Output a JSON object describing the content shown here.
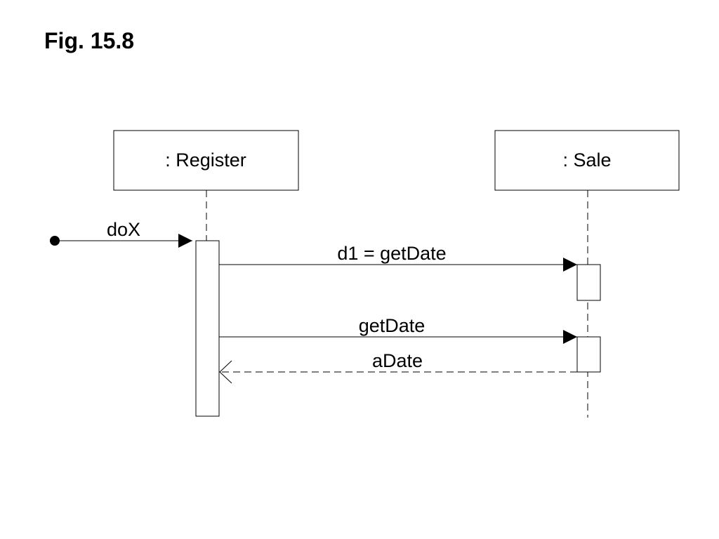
{
  "figure": {
    "title": "Fig. 15.8"
  },
  "lifelines": [
    {
      "label": ": Register"
    },
    {
      "label": ": Sale"
    }
  ],
  "messages": [
    {
      "label": "doX",
      "kind": "found-sync"
    },
    {
      "label": "d1 = getDate",
      "kind": "sync"
    },
    {
      "label": "getDate",
      "kind": "sync"
    },
    {
      "label": "aDate",
      "kind": "return"
    }
  ]
}
